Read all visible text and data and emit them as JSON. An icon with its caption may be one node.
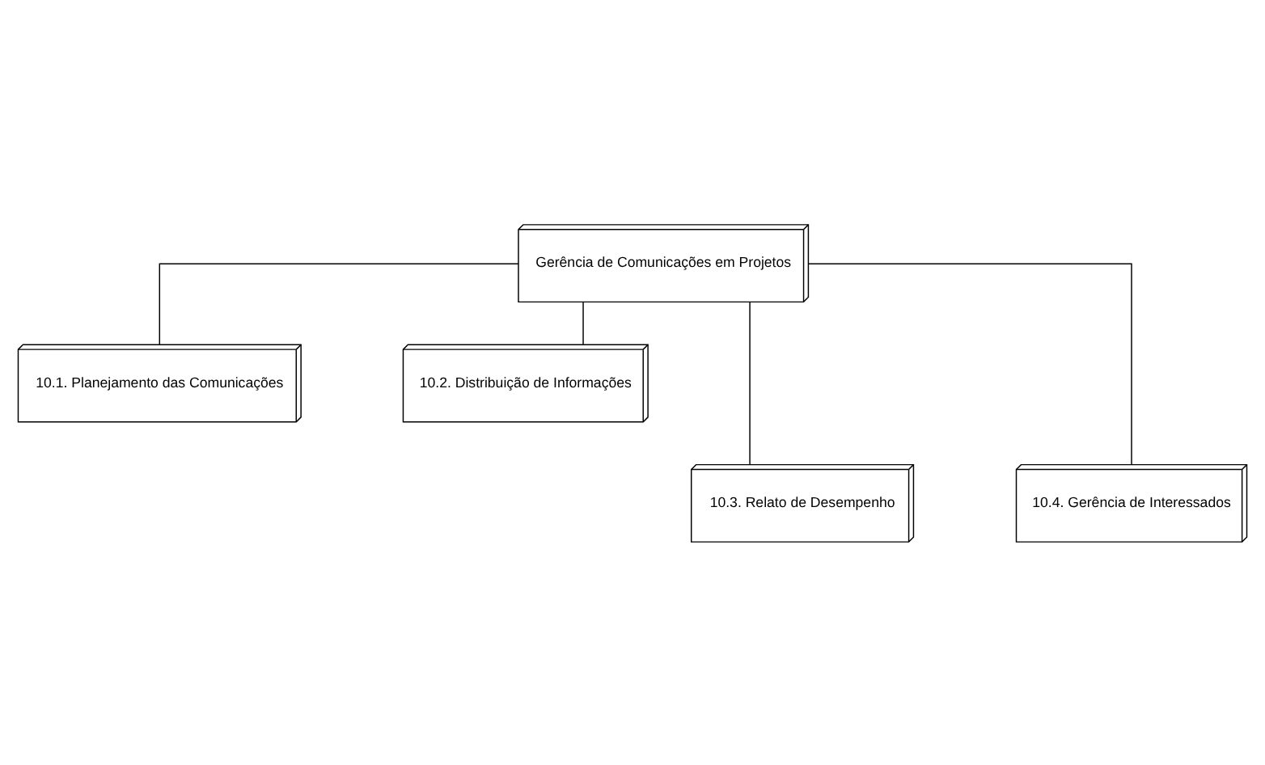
{
  "diagram": {
    "nodes": [
      {
        "text": [
          "Gerência de Comunicações em Projetos"
        ]
      },
      {
        "text": [
          "10.1. Planejamento das Comunicações"
        ]
      },
      {
        "text": [
          "10.2. Distribuição de Informações"
        ]
      },
      {
        "text": [
          "10.3. Relato de Desempenho"
        ]
      },
      {
        "text": [
          "10.4. Gerência de Interessados"
        ]
      }
    ],
    "edges": [
      {
        "from": 0,
        "to": 1,
        "arrow": "none"
      },
      {
        "from": 0,
        "to": 2,
        "arrow": "none"
      },
      {
        "from": 0,
        "to": 3,
        "arrow": "none"
      },
      {
        "from": 0,
        "to": 4,
        "arrow": "none"
      }
    ]
  }
}
